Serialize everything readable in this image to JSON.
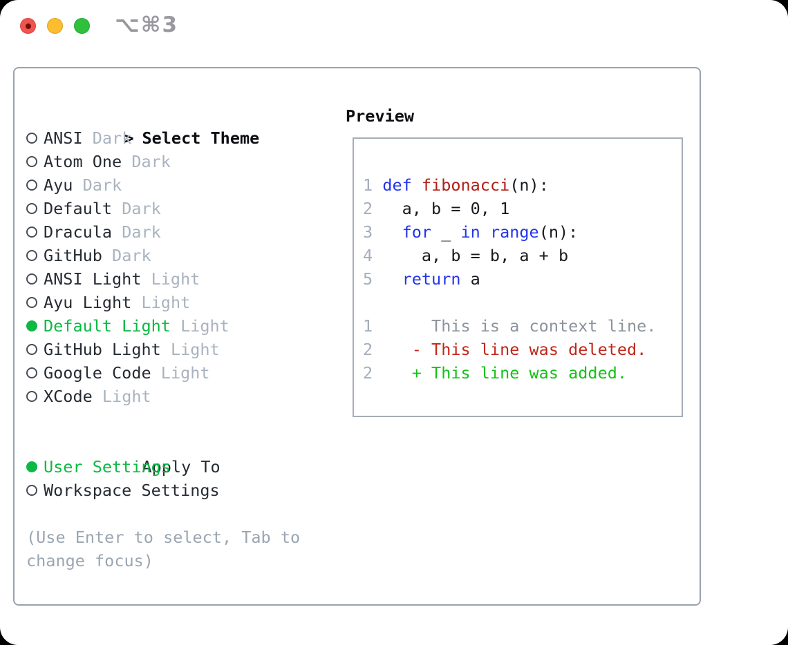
{
  "window": {
    "shortcut_label": "⌥⌘3",
    "traffic_lights": [
      "close",
      "minimize",
      "zoom"
    ]
  },
  "colors": {
    "selection_green": "#0cb943",
    "added_green": "#13c217",
    "deleted_red": "#c1271a",
    "keyword_blue": "#2334ee",
    "function_red": "#b01f17",
    "muted_gray": "#a9b3bf",
    "panel_border": "#99a2ad"
  },
  "theme_picker": {
    "header": {
      "marker": ">",
      "title": "Select Theme"
    },
    "themes": [
      {
        "name": "ANSI",
        "variant": "Dark",
        "selected": false
      },
      {
        "name": "Atom One",
        "variant": "Dark",
        "selected": false
      },
      {
        "name": "Ayu",
        "variant": "Dark",
        "selected": false
      },
      {
        "name": "Default",
        "variant": "Dark",
        "selected": false
      },
      {
        "name": "Dracula",
        "variant": "Dark",
        "selected": false
      },
      {
        "name": "GitHub",
        "variant": "Dark",
        "selected": false
      },
      {
        "name": "ANSI Light",
        "variant": "Light",
        "selected": false
      },
      {
        "name": "Ayu Light",
        "variant": "Light",
        "selected": false
      },
      {
        "name": "Default Light",
        "variant": "Light",
        "selected": true
      },
      {
        "name": "GitHub Light",
        "variant": "Light",
        "selected": false
      },
      {
        "name": "Google Code",
        "variant": "Light",
        "selected": false
      },
      {
        "name": "XCode",
        "variant": "Light",
        "selected": false
      }
    ],
    "apply_to": {
      "title": "Apply To",
      "options": [
        {
          "name": "User Settings",
          "selected": true
        },
        {
          "name": "Workspace Settings",
          "selected": false
        }
      ]
    },
    "hint_lines": [
      "(Use Enter to select, Tab to",
      "change focus)"
    ]
  },
  "preview": {
    "title": "Preview",
    "lines": [
      [
        {
          "t": "1",
          "c": "num"
        },
        {
          "t": " ",
          "c": "plain"
        },
        {
          "t": "def",
          "c": "kw"
        },
        {
          "t": " ",
          "c": "plain"
        },
        {
          "t": "fibonacci",
          "c": "fn"
        },
        {
          "t": "(n):",
          "c": "plain"
        }
      ],
      [
        {
          "t": "2",
          "c": "num"
        },
        {
          "t": "   a, b = 0, 1",
          "c": "plain"
        }
      ],
      [
        {
          "t": "3",
          "c": "num"
        },
        {
          "t": "   ",
          "c": "plain"
        },
        {
          "t": "for",
          "c": "kw"
        },
        {
          "t": " _ ",
          "c": "plain"
        },
        {
          "t": "in",
          "c": "kw"
        },
        {
          "t": " ",
          "c": "plain"
        },
        {
          "t": "range",
          "c": "kw"
        },
        {
          "t": "(n):",
          "c": "plain"
        }
      ],
      [
        {
          "t": "4",
          "c": "num"
        },
        {
          "t": "     a, b = b, a + b",
          "c": "plain"
        }
      ],
      [
        {
          "t": "5",
          "c": "num"
        },
        {
          "t": "   ",
          "c": "plain"
        },
        {
          "t": "return",
          "c": "kw"
        },
        {
          "t": " a",
          "c": "plain"
        }
      ],
      [],
      [
        {
          "t": "1",
          "c": "num"
        },
        {
          "t": "      This is a context line.",
          "c": "ctx"
        }
      ],
      [
        {
          "t": "2",
          "c": "num"
        },
        {
          "t": "    - This line was deleted.",
          "c": "del"
        }
      ],
      [
        {
          "t": "2",
          "c": "num"
        },
        {
          "t": "    + This line was added.",
          "c": "add"
        }
      ]
    ]
  }
}
